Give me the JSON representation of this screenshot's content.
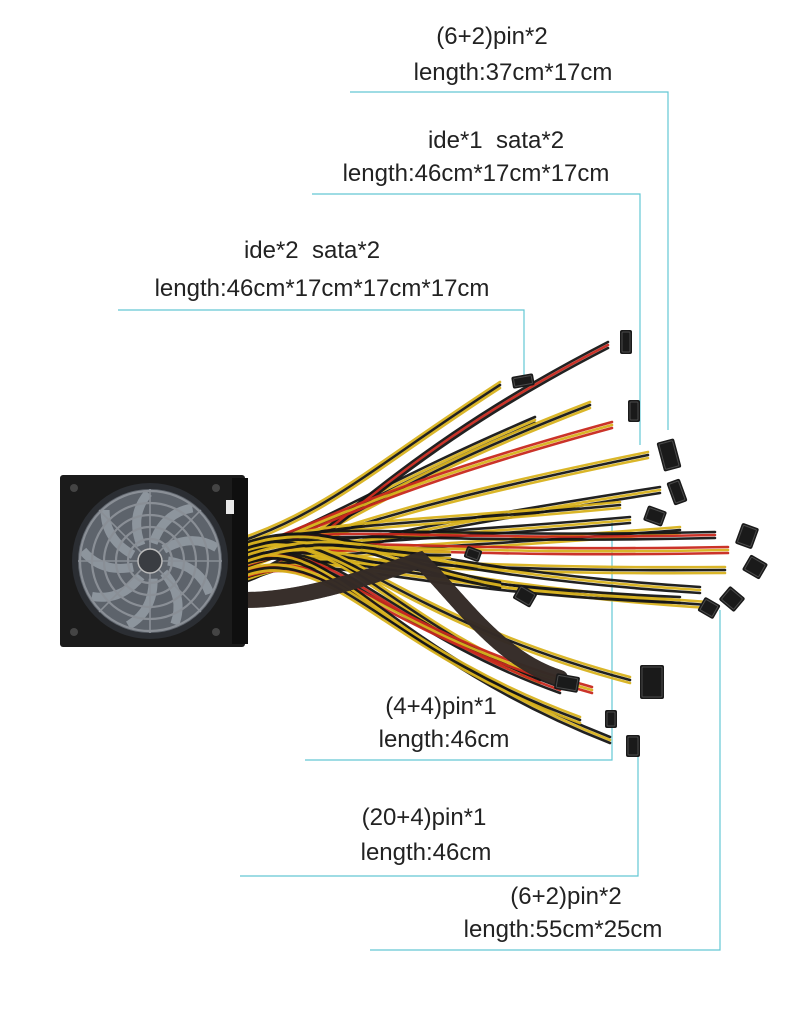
{
  "colors": {
    "leader_line": "#63c8d4",
    "psu_body": "#1b1b1b",
    "fan_grill": "#8a8f96",
    "wire_yellow": "#d8b21d",
    "wire_black": "#151515",
    "wire_red": "#c8281e",
    "sleeve": "#2a2320",
    "connector": "#1a1a1a"
  },
  "labels": [
    {
      "id": "pcie_top",
      "line1": "(6+2)pin*2",
      "line2": "length:37cm*17cm"
    },
    {
      "id": "ide1_sata2",
      "line1": "ide*1  sata*2",
      "line2": "length:46cm*17cm*17cm"
    },
    {
      "id": "ide2_sata2",
      "line1": "ide*2  sata*2",
      "line2": "length:46cm*17cm*17cm*17cm"
    },
    {
      "id": "cpu_4plus4",
      "line1": "(4+4)pin*1",
      "line2": "length:46cm"
    },
    {
      "id": "atx_20plus4",
      "line1": "(20+4)pin*1",
      "line2": "length:46cm"
    },
    {
      "id": "pcie_bottom",
      "line1": "(6+2)pin*2",
      "line2": "length:55cm*25cm"
    }
  ]
}
